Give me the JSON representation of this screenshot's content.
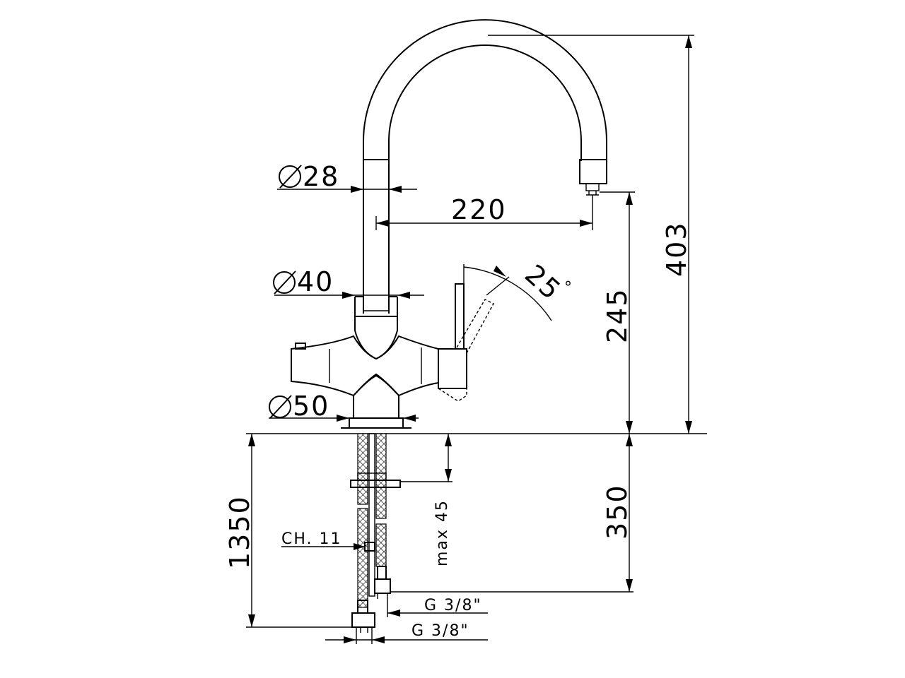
{
  "dimensions": {
    "spout_diameter": "28",
    "body_diameter": "40",
    "base_diameter": "50",
    "spout_reach": "220",
    "overall_height": "403",
    "outlet_height": "245",
    "lever_angle": "25",
    "degree_symbol": "°",
    "hose_length": "1350",
    "shank_length": "350",
    "max_thickness": "max 45",
    "wrench_size": "CH. 11",
    "connection_1": "G 3/8\"",
    "connection_2": "G 3/8\""
  }
}
